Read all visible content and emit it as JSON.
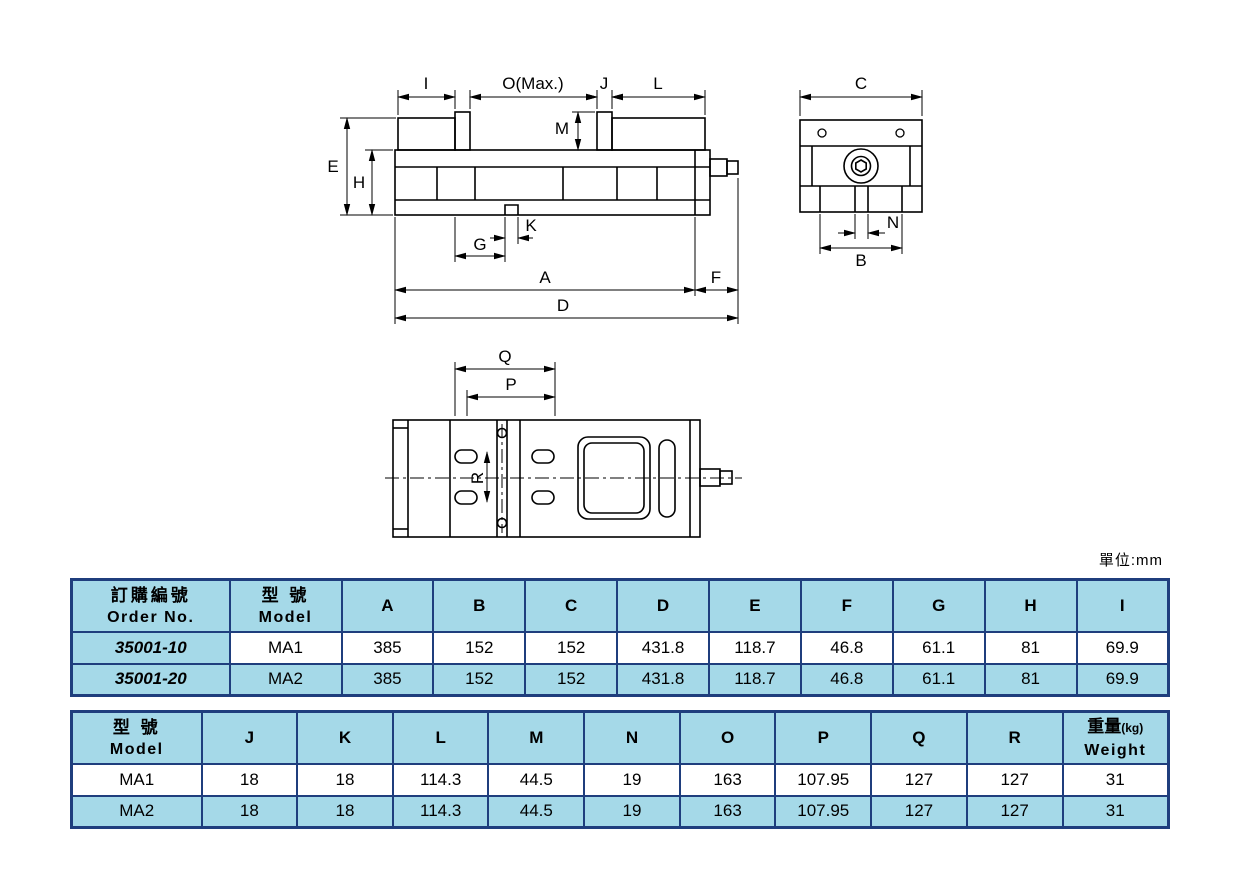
{
  "unit_label": "單位:mm",
  "diagram": {
    "side_view": {
      "I": "I",
      "O": "O(Max.)",
      "J": "J",
      "L": "L",
      "M": "M",
      "E": "E",
      "H": "H",
      "K": "K",
      "G": "G",
      "A": "A",
      "F": "F",
      "D": "D"
    },
    "end_view": {
      "C": "C",
      "N": "N",
      "B": "B"
    },
    "top_view": {
      "Q": "Q",
      "P": "P",
      "R": "R"
    }
  },
  "table1": {
    "header_order_zh": "訂購編號",
    "header_order_en": "Order No.",
    "header_model_zh": "型 號",
    "header_model_en": "Model",
    "columns": [
      "A",
      "B",
      "C",
      "D",
      "E",
      "F",
      "G",
      "H",
      "I"
    ],
    "rows": [
      {
        "order_no": "35001-10",
        "model": "MA1",
        "values": [
          "385",
          "152",
          "152",
          "431.8",
          "118.7",
          "46.8",
          "61.1",
          "81",
          "69.9"
        ]
      },
      {
        "order_no": "35001-20",
        "model": "MA2",
        "values": [
          "385",
          "152",
          "152",
          "431.8",
          "118.7",
          "46.8",
          "61.1",
          "81",
          "69.9"
        ]
      }
    ]
  },
  "table2": {
    "header_model_zh": "型 號",
    "header_model_en": "Model",
    "columns": [
      "J",
      "K",
      "L",
      "M",
      "N",
      "O",
      "P",
      "Q",
      "R"
    ],
    "header_weight_zh": "重量",
    "header_weight_unit": "(kg)",
    "header_weight_en": "Weight",
    "rows": [
      {
        "model": "MA1",
        "values": [
          "18",
          "18",
          "114.3",
          "44.5",
          "19",
          "163",
          "107.95",
          "127",
          "127"
        ],
        "weight": "31"
      },
      {
        "model": "MA2",
        "values": [
          "18",
          "18",
          "114.3",
          "44.5",
          "19",
          "163",
          "107.95",
          "127",
          "127"
        ],
        "weight": "31"
      }
    ]
  },
  "colors": {
    "table_border": "#1f3e7d",
    "highlight": "#a5d9e8",
    "line": "#000000"
  }
}
